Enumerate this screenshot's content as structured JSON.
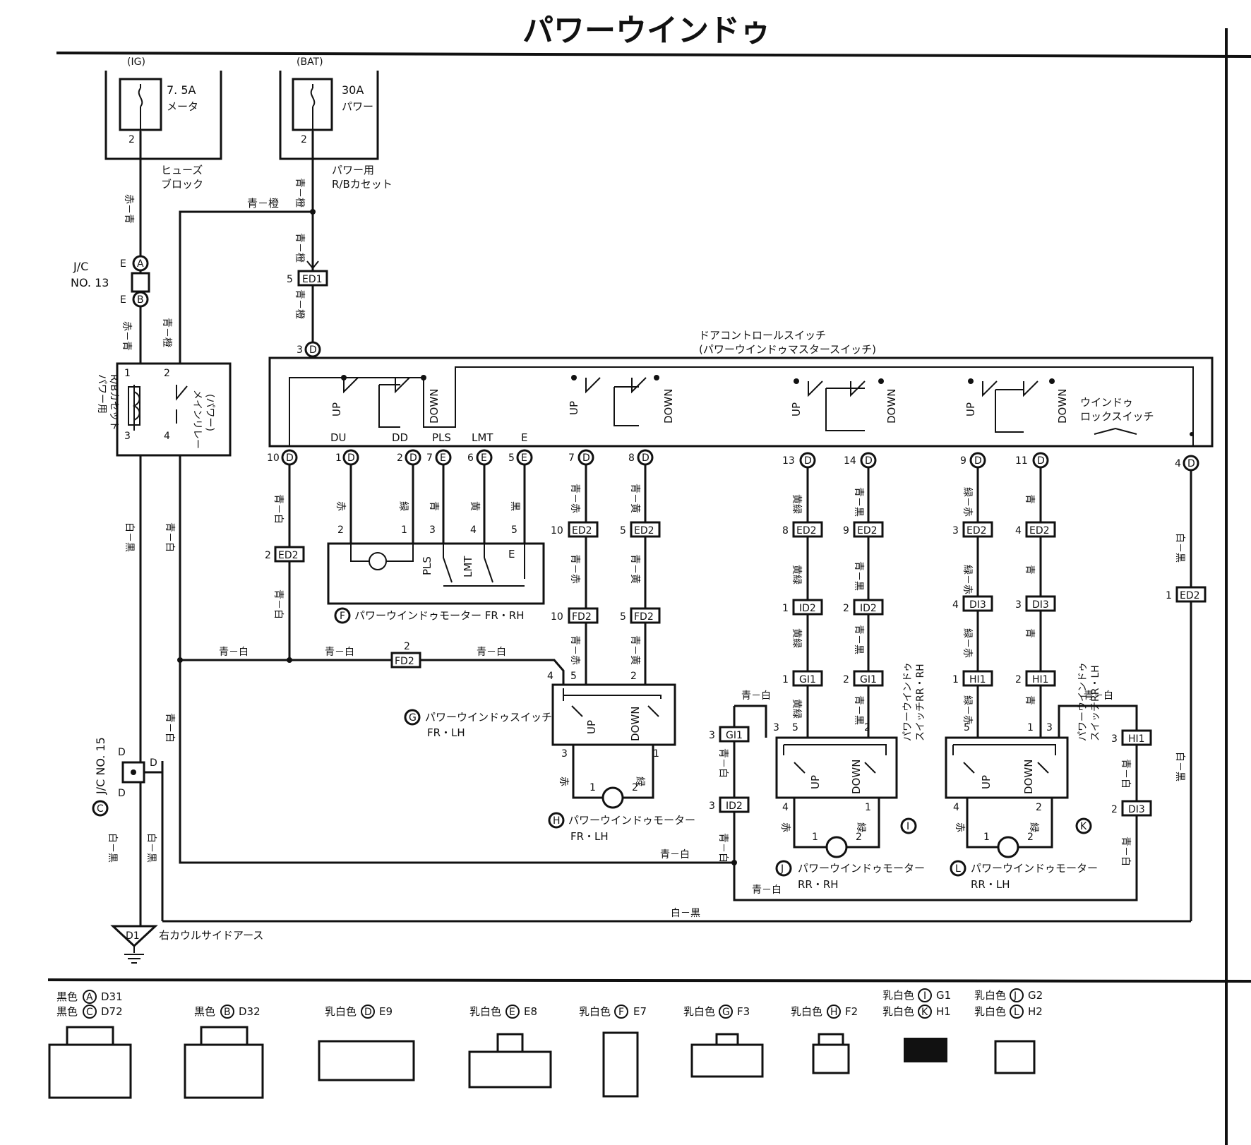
{
  "title": "パワーウインドゥ",
  "fuses": {
    "ig_label": "(IG)",
    "bat_label": "(BAT)",
    "ig_fuse": [
      "7. 5A",
      "メータ"
    ],
    "bat_fuse": [
      "30A",
      "パワー"
    ],
    "ig_block": [
      "ヒューズ",
      "ブロック"
    ],
    "bat_block": [
      "パワー用",
      "R/Bカセット"
    ]
  },
  "jc13": [
    "J/C",
    "NO. 13"
  ],
  "relay": {
    "side": [
      "パワー用",
      "R/Bカセット"
    ],
    "name": [
      "メインリレー",
      "(パワー)"
    ]
  },
  "master": {
    "name": [
      "ドアコントロールスイッチ",
      "(パワーウインドゥマスタースイッチ)"
    ],
    "bw": "BW",
    "terminal_names": [
      "DU",
      "DD",
      "PLS",
      "LMT",
      "E"
    ],
    "lock_switch": [
      "ウインドゥ",
      "ロックスイッチ"
    ],
    "up": "UP",
    "down": "DOWN"
  },
  "motor_fr_rh": {
    "label": "パワーウインドゥモーター FR・RH",
    "terms": [
      "PLS",
      "LMT",
      "E"
    ]
  },
  "switch_fr_lh": {
    "label": [
      "パワーウインドゥスイッチ",
      "FR・LH"
    ]
  },
  "motor_fr_lh": {
    "label": [
      "パワーウインドゥモーター",
      "FR・LH"
    ]
  },
  "switch_rr_rh": {
    "label": [
      "パワーウインドゥ",
      "スイッチRR・RH"
    ]
  },
  "switch_rr_lh": {
    "label": [
      "パワーウインドゥ",
      "スイッチRR・LH"
    ]
  },
  "motor_rr_rh": {
    "label": [
      "パワーウインドゥモーター",
      "RR・RH"
    ]
  },
  "motor_rr_lh": {
    "label": [
      "パワーウインドゥモーター",
      "RR・LH"
    ]
  },
  "jc15": "J/C NO. 15",
  "ground": {
    "id": "D1",
    "label": "右カウルサイドアース"
  },
  "wire_colors": {
    "red_blue": "赤－青",
    "blue_orange": "青－橙",
    "blue_white": "青－白",
    "white_black": "白－黒",
    "red": "赤",
    "green": "緑",
    "blue": "青",
    "yellow": "黄",
    "black": "黒",
    "blue_red": "青－赤",
    "blue_yellow": "青－黄",
    "yellow_green": "黄緑",
    "blue_black": "青－黒",
    "green_red": "緑－赤"
  },
  "connectors_legend": [
    {
      "color": "黒色",
      "letter": "A",
      "code": "D31"
    },
    {
      "color": "黒色",
      "letter": "C",
      "code": "D72"
    },
    {
      "color": "黒色",
      "letter": "B",
      "code": "D32"
    },
    {
      "color": "乳白色",
      "letter": "D",
      "code": "E9"
    },
    {
      "color": "乳白色",
      "letter": "E",
      "code": "E8"
    },
    {
      "color": "乳白色",
      "letter": "F",
      "code": "E7"
    },
    {
      "color": "乳白色",
      "letter": "G",
      "code": "F3"
    },
    {
      "color": "乳白色",
      "letter": "H",
      "code": "F2"
    },
    {
      "color": "乳白色",
      "letter": "I",
      "code": "G1"
    },
    {
      "color": "乳白色",
      "letter": "K",
      "code": "H1"
    },
    {
      "color": "乳白色",
      "letter": "J",
      "code": "G2"
    },
    {
      "color": "乳白色",
      "letter": "L",
      "code": "H2"
    }
  ]
}
